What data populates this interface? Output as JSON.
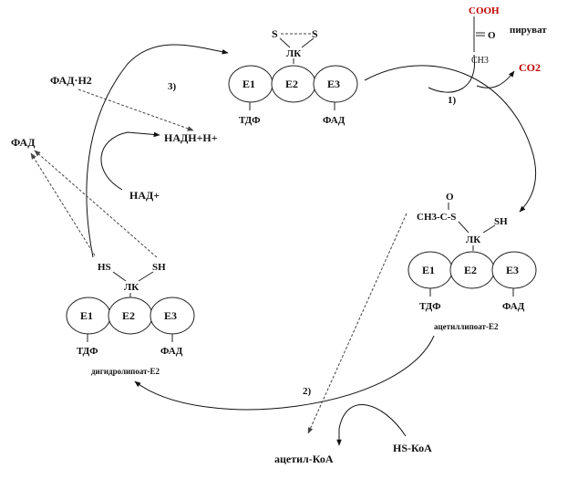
{
  "colors": {
    "ink": "#111111",
    "accent_red": "#c00000"
  },
  "top_complex": {
    "s_left": "S",
    "s_right": "S",
    "lk": "ЛК",
    "e1": "E1",
    "e2": "E2",
    "e3": "E3",
    "tdp": "ТДФ",
    "fad": "ФАД"
  },
  "pyruvate": {
    "cooh": "COOH",
    "ketone_o": "O",
    "ch3": "CH3",
    "name": "пируват",
    "co2": "CO2"
  },
  "right_complex": {
    "acyl_o": "O",
    "acyl_group": "CH3-C-S",
    "sh": "SH",
    "lk": "ЛК",
    "e1": "E1",
    "e2": "E2",
    "e3": "E3",
    "tdp": "ТДФ",
    "fad": "ФАД",
    "caption": "ацетиллипоат-E2"
  },
  "left_complex": {
    "hs": "HS",
    "sh": "SH",
    "lk": "ЛК",
    "e1": "E1",
    "e2": "E2",
    "e3": "E3",
    "tdp": "ТДФ",
    "fad": "ФАД",
    "caption": "дигидролипоат-E2"
  },
  "cofactors": {
    "fadh2": "ФАД·Н2",
    "nadh": "НАДН+Н+",
    "fad": "ФАД",
    "nad": "НАД+"
  },
  "products": {
    "acetyl_coa": "ацетил-КоА",
    "hs_coa": "HS-КоА"
  },
  "steps": {
    "step1": "1)",
    "step2": "2)",
    "step3": "3)"
  }
}
